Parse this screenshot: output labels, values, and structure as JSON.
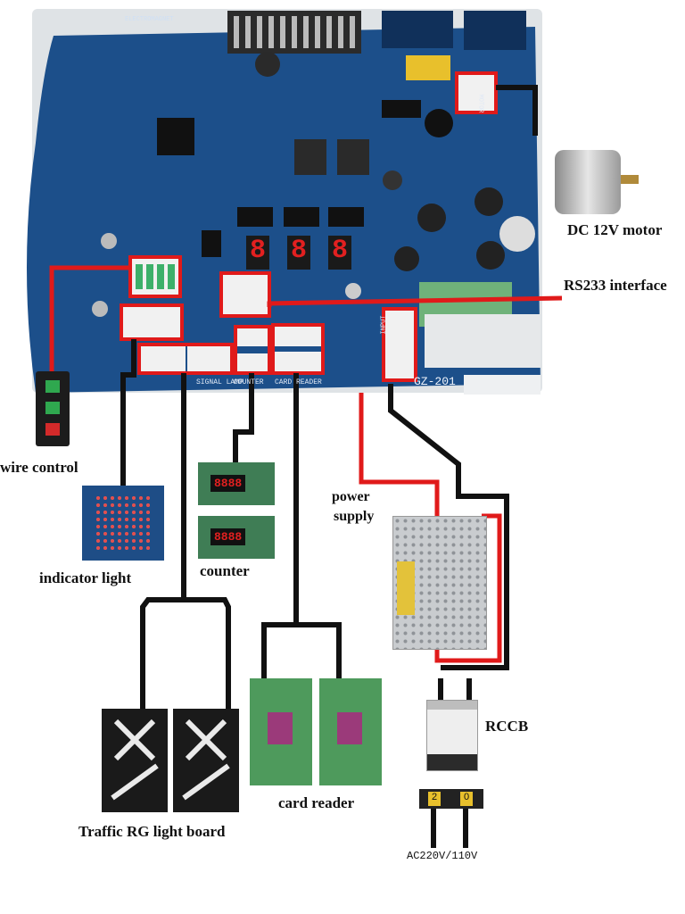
{
  "labels": {
    "motor": "DC 12V motor",
    "rs233": "RS233 interface",
    "wire_control": "wire control",
    "indicator": "indicator light",
    "counter": "counter",
    "power_supply_line1": "power",
    "power_supply_line2": "supply",
    "rccb": "RCCB",
    "card_reader": "card reader",
    "traffic": "Traffic RG light board",
    "ac": "AC220V/110V"
  },
  "board": {
    "model": "GZ-201",
    "silk_lamp": "SIGNAL LAMP",
    "silk_counter": "COUNTER",
    "silk_card": "CARD READER",
    "silk_motor": "MOTOR",
    "silk_input": "INPUT",
    "silk_electromagnet": "ELECTROMAGNET",
    "segment_digits": [
      "8",
      "8",
      "8"
    ]
  },
  "counter_display": [
    "8888",
    "8888"
  ],
  "rccb_terminals": [
    "2",
    "0"
  ],
  "colors": {
    "pcb": "#1c4f8a",
    "pcb_dark": "#123a68",
    "highlight": "#e01a1a",
    "wire": "#111111",
    "module_green": "#4e9a5c",
    "light_board": "#1a1a1a",
    "segment": "#e22020",
    "led_matrix": "#e05050"
  }
}
